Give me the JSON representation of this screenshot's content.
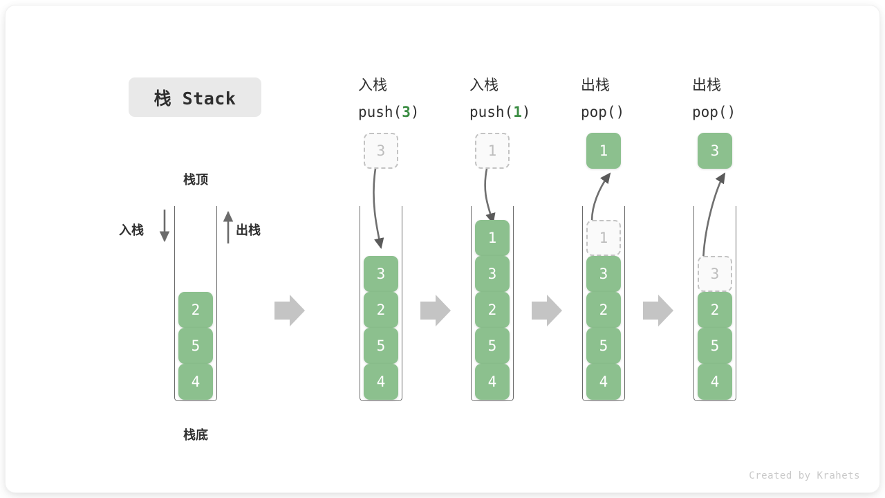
{
  "figure": {
    "title_chip": "栈 Stack",
    "credit": "Created by Krahets",
    "accent_green": "#8cc08e",
    "arg_green": "#3a8c42",
    "block_arrow_gray": "#c4c4c4",
    "ghost_border": "#c3c3c3"
  },
  "legend": {
    "top_label": "栈顶",
    "bottom_label": "栈底",
    "push_label": "入栈",
    "pop_label": "出栈"
  },
  "columns": [
    {
      "id": "initial",
      "head_line1": "",
      "head_line2_prefix": "",
      "head_line2_arg": "",
      "head_line2_suffix": "",
      "float": null,
      "cells": [
        {
          "value": "2",
          "ghost": false
        },
        {
          "value": "5",
          "ghost": false
        },
        {
          "value": "4",
          "ghost": false
        }
      ]
    },
    {
      "id": "push-3",
      "head_line1": "入栈",
      "head_line2_prefix": "push(",
      "head_line2_arg": "3",
      "head_line2_suffix": ")",
      "float": {
        "value": "3",
        "ghost": true
      },
      "cells": [
        {
          "value": "3",
          "ghost": false
        },
        {
          "value": "2",
          "ghost": false
        },
        {
          "value": "5",
          "ghost": false
        },
        {
          "value": "4",
          "ghost": false
        }
      ]
    },
    {
      "id": "push-1",
      "head_line1": "入栈",
      "head_line2_prefix": "push(",
      "head_line2_arg": "1",
      "head_line2_suffix": ")",
      "float": {
        "value": "1",
        "ghost": true
      },
      "cells": [
        {
          "value": "1",
          "ghost": false
        },
        {
          "value": "3",
          "ghost": false
        },
        {
          "value": "2",
          "ghost": false
        },
        {
          "value": "5",
          "ghost": false
        },
        {
          "value": "4",
          "ghost": false
        }
      ]
    },
    {
      "id": "pop-1",
      "head_line1": "出栈",
      "head_line2_prefix": "pop(",
      "head_line2_arg": "",
      "head_line2_suffix": ")",
      "float": {
        "value": "1",
        "ghost": false
      },
      "cells": [
        {
          "value": "1",
          "ghost": true
        },
        {
          "value": "3",
          "ghost": false
        },
        {
          "value": "2",
          "ghost": false
        },
        {
          "value": "5",
          "ghost": false
        },
        {
          "value": "4",
          "ghost": false
        }
      ]
    },
    {
      "id": "pop-2",
      "head_line1": "出栈",
      "head_line2_prefix": "pop(",
      "head_line2_arg": "",
      "head_line2_suffix": ")",
      "float": {
        "value": "3",
        "ghost": false
      },
      "cells": [
        {
          "value": "3",
          "ghost": true
        },
        {
          "value": "2",
          "ghost": false
        },
        {
          "value": "5",
          "ghost": false
        },
        {
          "value": "4",
          "ghost": false
        }
      ]
    }
  ]
}
